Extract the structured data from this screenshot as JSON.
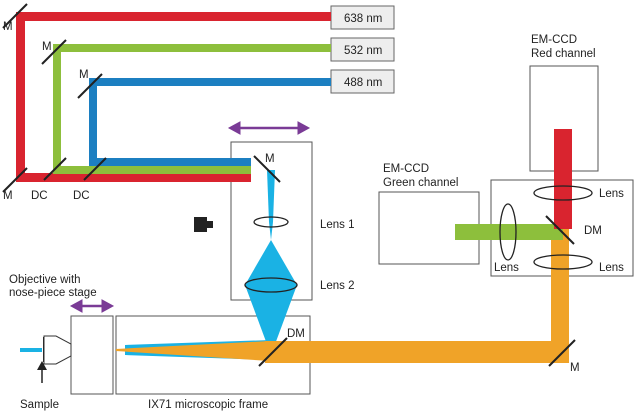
{
  "lasers": [
    {
      "label": "638 nm",
      "color": "#d9242f"
    },
    {
      "label": "532 nm",
      "color": "#8dbf3c"
    },
    {
      "label": "488 nm",
      "color": "#1c7fc1"
    }
  ],
  "beam_colors": {
    "excitation": "#1ab2e4",
    "emission": "#f0a328",
    "translation_arrow": "#7a3b96"
  },
  "labels": {
    "m": "M",
    "dc": "DC",
    "dm": "DM",
    "lens": "Lens",
    "lens1": "Lens 1",
    "lens2": "Lens 2",
    "emccd_red_1": "EM-CCD",
    "emccd_red_2": "Red channel",
    "emccd_green_1": "EM-CCD",
    "emccd_green_2": "Green channel",
    "objective_1": "Objective with",
    "objective_2": "nose-piece stage",
    "sample": "Sample",
    "frame": "IX71 microscopic frame"
  }
}
